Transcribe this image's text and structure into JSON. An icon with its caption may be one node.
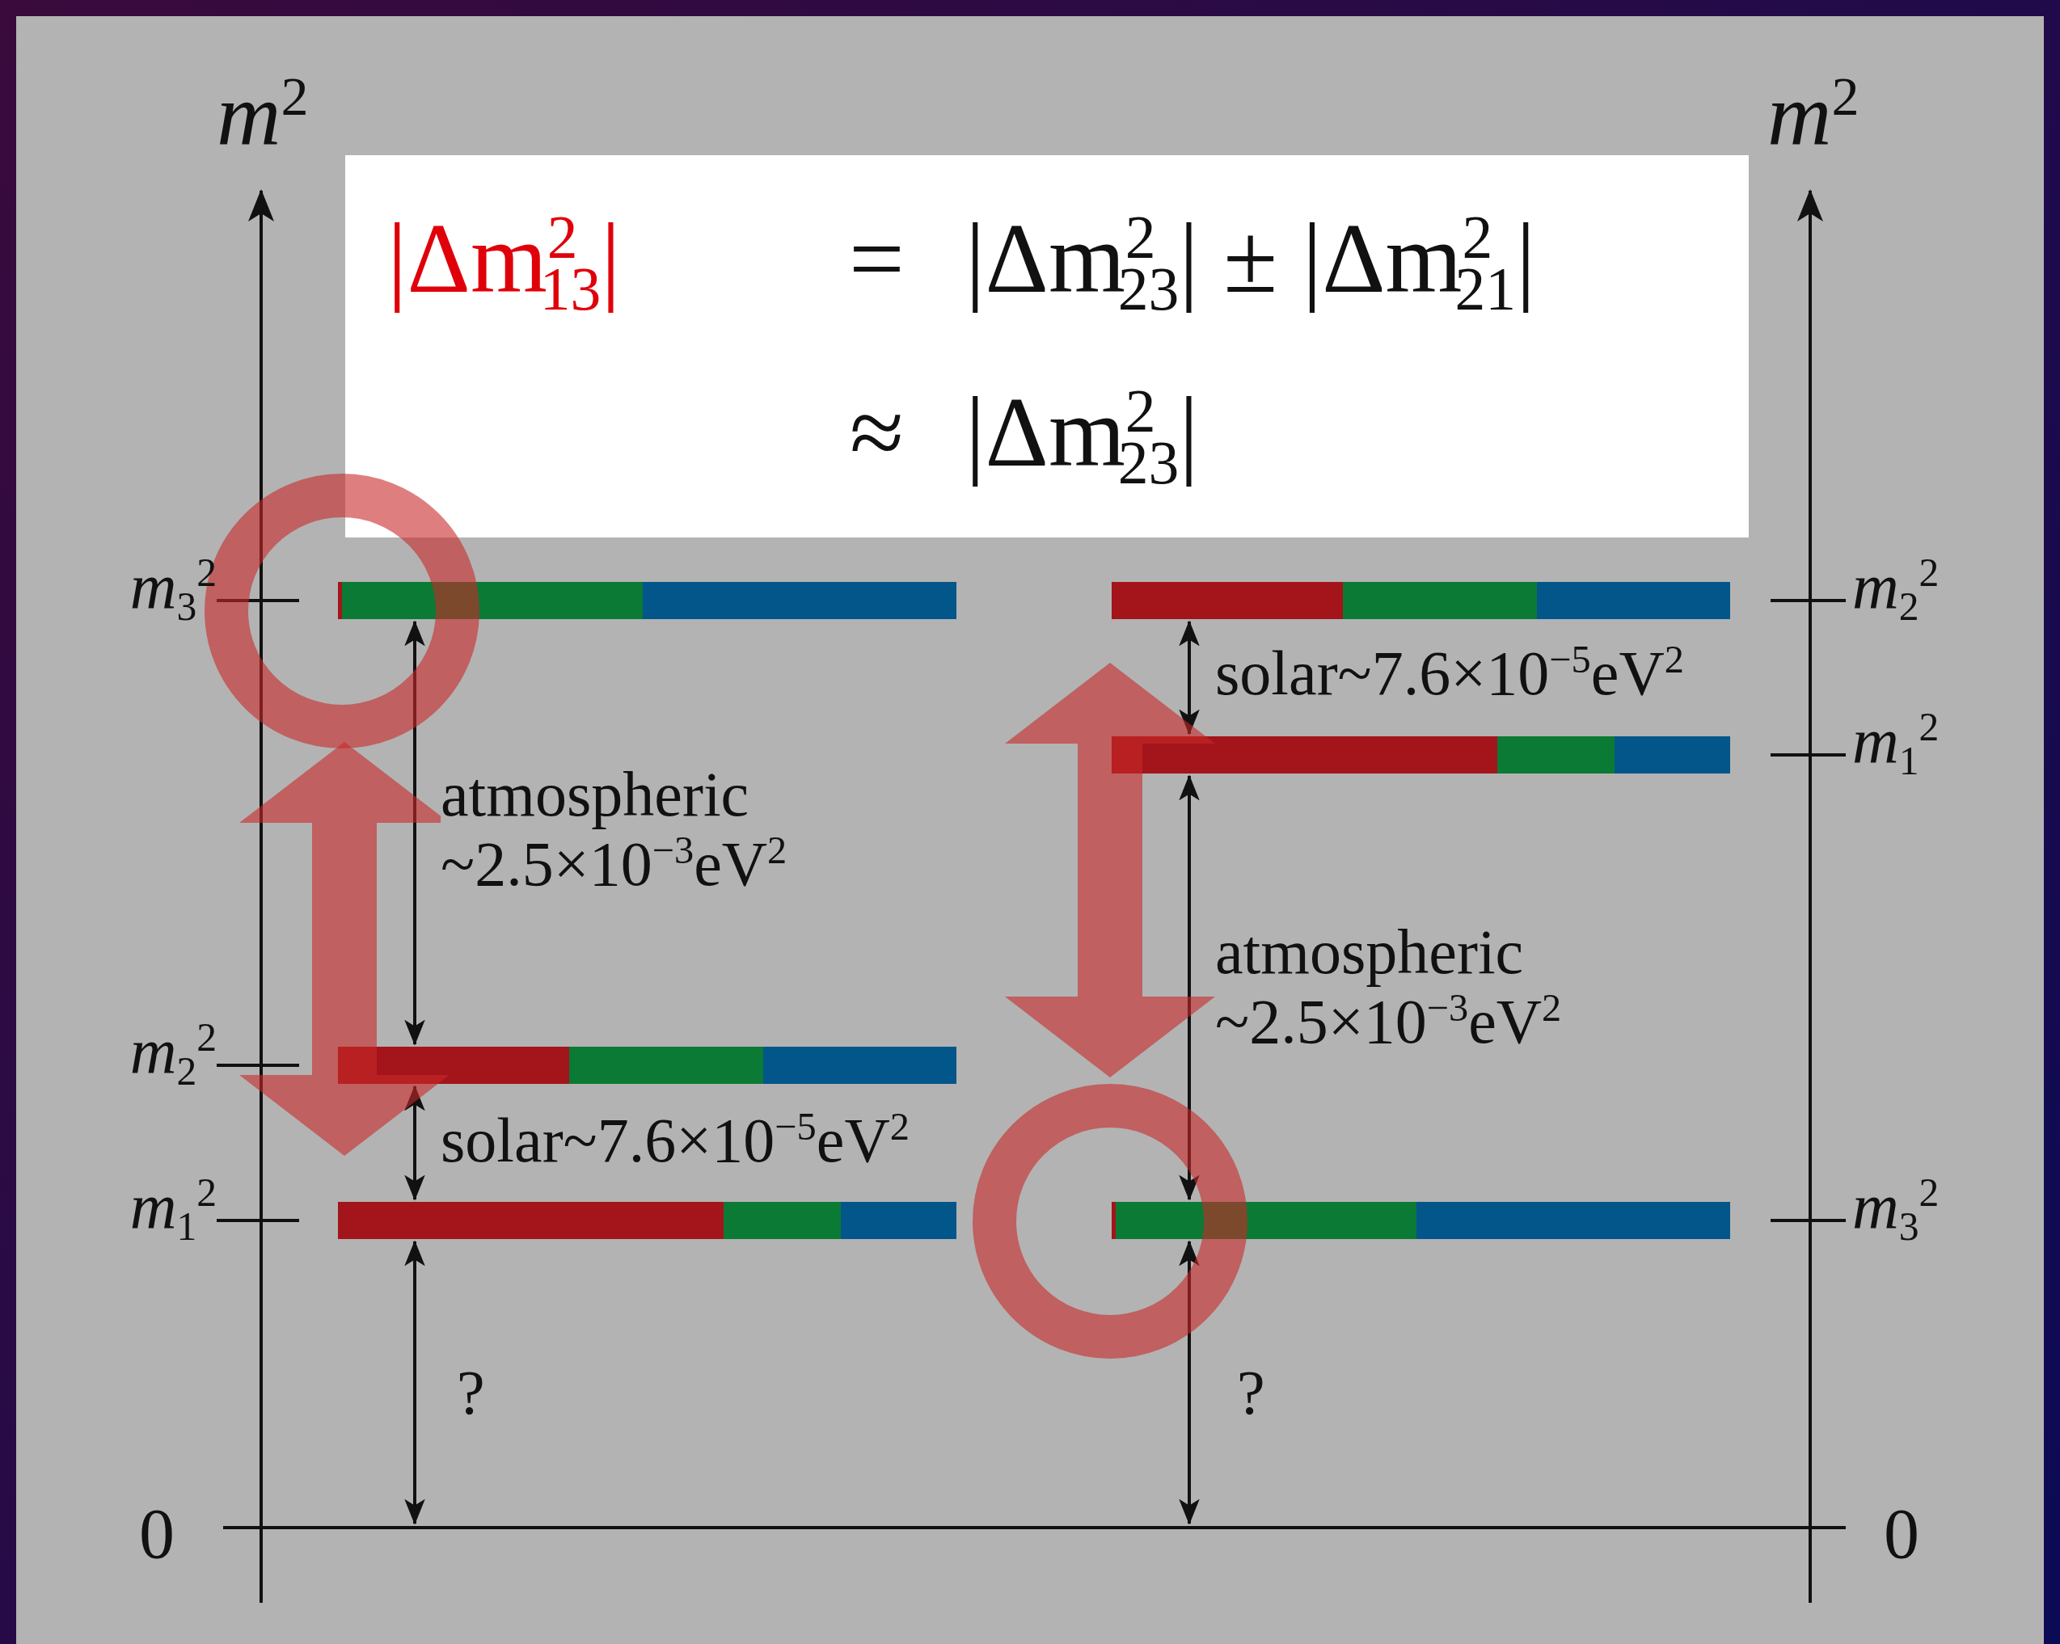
{
  "diagram": {
    "nodes": [
      {
        "text": [
          "|Δm$^{2}$$_{13}$|",
          "=",
          "|Δm$^{2}$$_{23}$| ± |Δm$^{2}$$_{21}$|",
          "≈",
          "|Δm$^{2}$$_{23}$|"
        ]
      },
      {
        "text": [],
        "shape": "bar",
        "beside": [
          "*m*$_{3}$$^{2}$"
        ]
      },
      {
        "text": [],
        "shape": "bar",
        "beside": [
          "*m*$_{2}$$^{2}$"
        ]
      },
      {
        "text": [],
        "shape": "bar",
        "beside": [
          "*m*$_{1}$$^{2}$"
        ]
      },
      {
        "text": [],
        "shape": "bar",
        "beside": [
          "*m*$_{2}$$^{2}$"
        ]
      },
      {
        "text": [],
        "shape": "bar",
        "beside": [
          "*m*$_{1}$$^{2}$"
        ]
      },
      {
        "text": [],
        "shape": "bar",
        "beside": [
          "*m*$_{3}$$^{2}$"
        ]
      },
      {
        "text": [],
        "shape": "line",
        "beside": [
          "0",
          "0"
        ]
      }
    ],
    "edges": [
      {
        "from": 1,
        "to": 4,
        "arrow": "both",
        "label": "atmospheric ~2.5×10$^{−3}$eV$^{2}$"
      },
      {
        "from": 4,
        "to": 5,
        "arrow": "both",
        "label": "solar~7.6×10$^{−5}$eV$^{2}$"
      },
      {
        "from": 5,
        "to": 7,
        "arrow": "both",
        "label": "?"
      },
      {
        "from": 2,
        "to": 3,
        "arrow": "both",
        "label": "solar~7.6×10$^{−5}$eV$^{2}$"
      },
      {
        "from": 3,
        "to": 6,
        "arrow": "both",
        "label": "atmospheric ~2.5×10$^{−3}$eV$^{2}$"
      },
      {
        "from": 6,
        "to": 7,
        "arrow": "both",
        "label": "?"
      }
    ],
    "labels": [
      "*m*$^{2}$",
      "*m*$^{2}$"
    ]
  }
}
